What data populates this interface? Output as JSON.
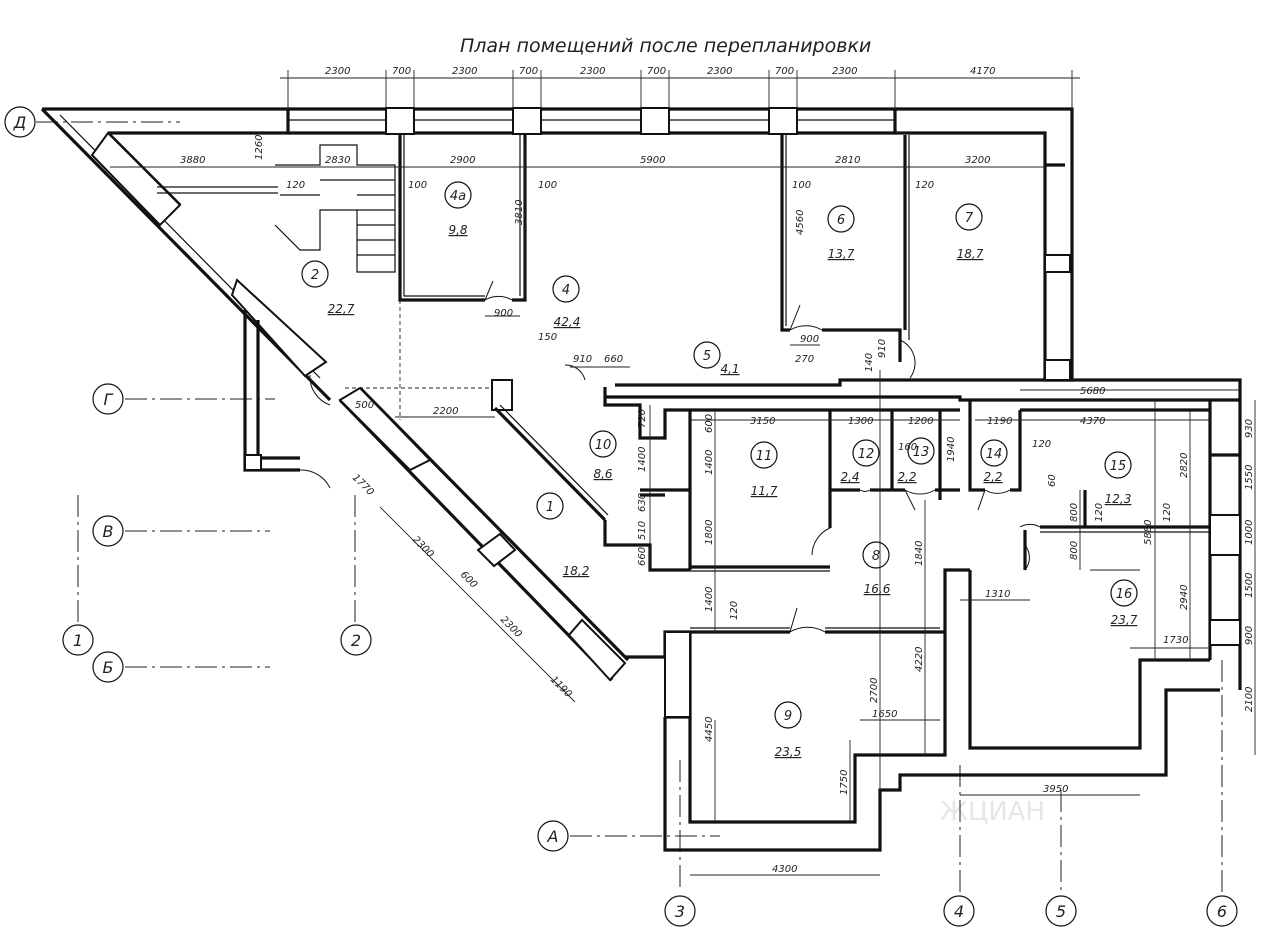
{
  "title": "План помещений после перепланировки",
  "watermark": "ЖЦИАН",
  "axes": {
    "letters": [
      "Д",
      "Г",
      "В",
      "Б",
      "А"
    ],
    "numbers": [
      "1",
      "2",
      "3",
      "4",
      "5",
      "6"
    ]
  },
  "rooms": [
    {
      "num": "1",
      "area": "18,2"
    },
    {
      "num": "2",
      "area": "22,7"
    },
    {
      "num": "4",
      "area": "42,4"
    },
    {
      "num": "4а",
      "area": "9,8"
    },
    {
      "num": "5",
      "area": "4,1"
    },
    {
      "num": "6",
      "area": "13,7"
    },
    {
      "num": "7",
      "area": "18,7"
    },
    {
      "num": "8",
      "area": "16,6"
    },
    {
      "num": "9",
      "area": "23,5"
    },
    {
      "num": "10",
      "area": "8,6"
    },
    {
      "num": "11",
      "area": "11,7"
    },
    {
      "num": "12",
      "area": "2,4"
    },
    {
      "num": "13",
      "area": "2,2"
    },
    {
      "num": "14",
      "area": "2,2"
    },
    {
      "num": "15",
      "area": "12,3"
    },
    {
      "num": "16",
      "area": "23,7"
    }
  ],
  "dims": {
    "top": [
      "2300",
      "700",
      "2300",
      "700",
      "2300",
      "700",
      "2300",
      "700",
      "2300",
      "4170"
    ],
    "row2": [
      "3880",
      "2830",
      "2900",
      "5900",
      "2810",
      "3200"
    ],
    "small": [
      "1260",
      "120",
      "100",
      "100",
      "100",
      "120",
      "3810",
      "4560",
      "900",
      "150",
      "900",
      "270",
      "140",
      "910",
      "910",
      "660",
      "500",
      "2200",
      "720",
      "1400",
      "630",
      "510",
      "660",
      "1400",
      "1800",
      "1400",
      "600",
      "3150",
      "1300",
      "1200",
      "160",
      "1940",
      "1840",
      "1190",
      "4370",
      "120",
      "5680",
      "930",
      "60",
      "800",
      "120",
      "800",
      "1310",
      "2820",
      "5880",
      "120",
      "2940",
      "1730",
      "1550",
      "1000",
      "1500",
      "900",
      "2100",
      "3950",
      "4300",
      "4450",
      "1750",
      "2700",
      "1650",
      "4220",
      "120",
      "1770",
      "2300",
      "600",
      "2300",
      "1190"
    ]
  }
}
